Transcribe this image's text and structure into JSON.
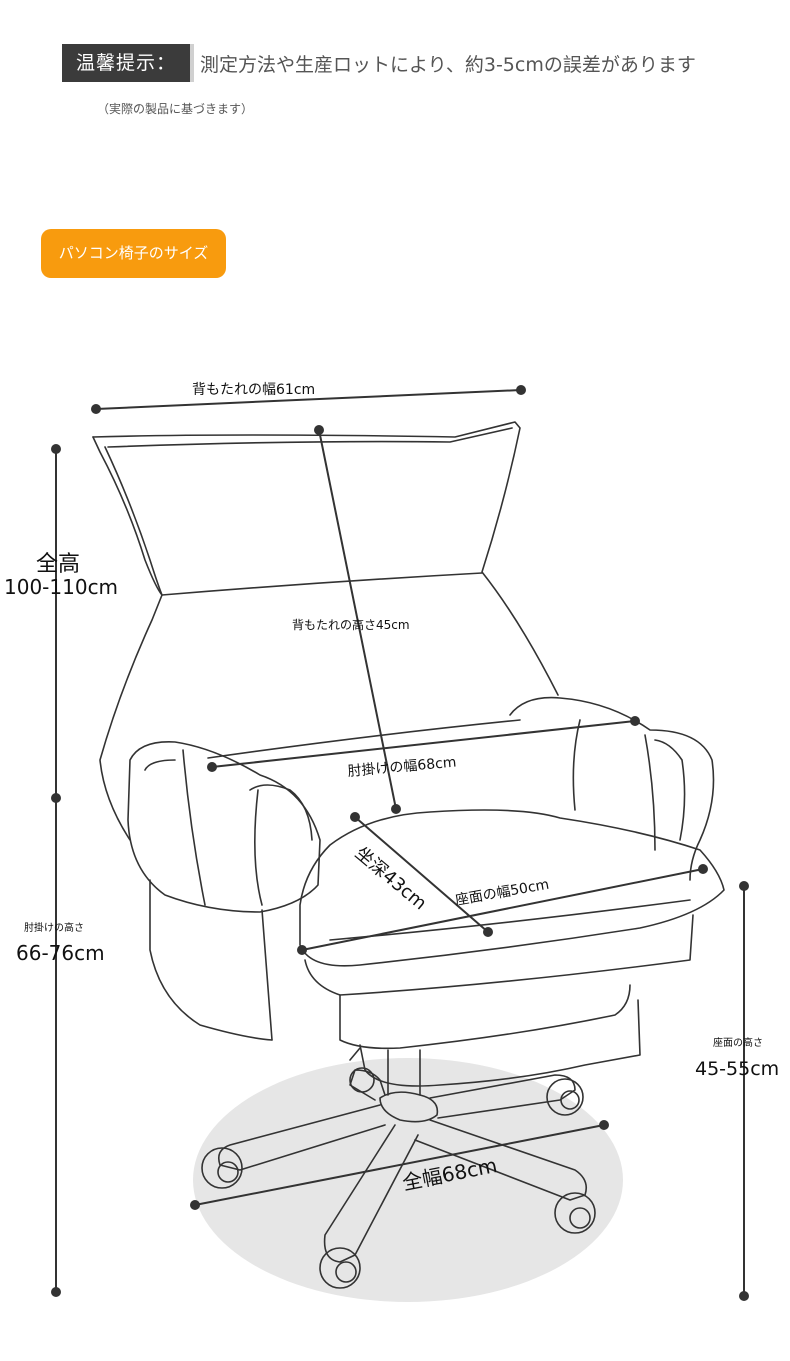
{
  "notice": {
    "tag": "温馨提示：",
    "text": "測定方法や生産ロットにより、約3-5cmの誤差があります",
    "subtext": "（実際の製品に基づきます）"
  },
  "section": {
    "label": "パソコン椅子のサイズ"
  },
  "dimensions": {
    "backrest_width": "背もたれの幅61cm",
    "total_height_label": "全高",
    "total_height_value": "100-110cm",
    "backrest_height": "背もたれの高さ45cm",
    "armrest_width": "肘掛けの幅68cm",
    "seat_depth": "坐深43cm",
    "seat_width": "座面の幅50cm",
    "armrest_height_label": "肘掛けの高さ",
    "armrest_height_value": "66-76cm",
    "seat_height_label": "座面の高さ",
    "seat_height_value": "45-55cm",
    "total_width": "全幅68cm"
  },
  "colors": {
    "accent": "#f89b0e",
    "tag_dark": "#3b3b3b",
    "line": "#333333"
  }
}
